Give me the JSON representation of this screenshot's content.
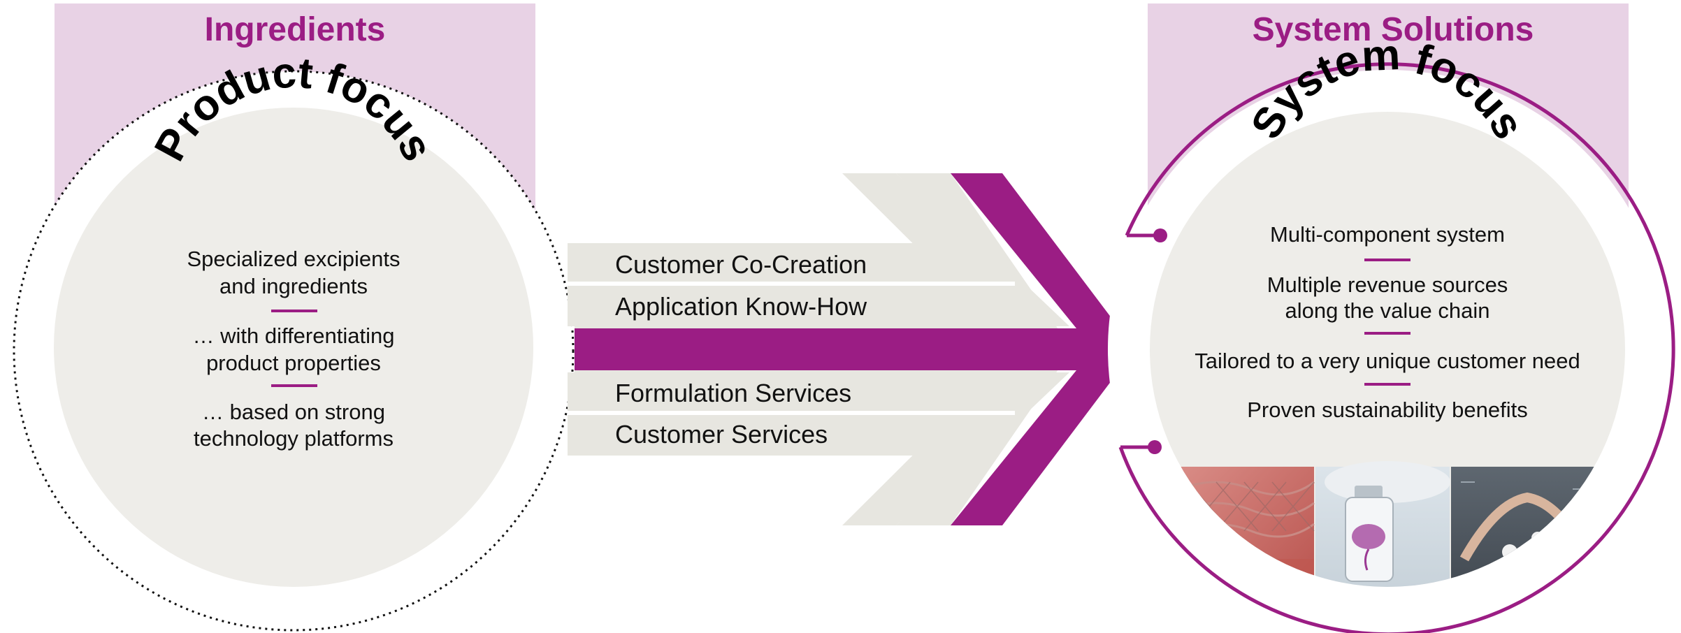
{
  "colors": {
    "accent": "#9B1D84",
    "header_bg": "#E8D2E5",
    "circle_fill": "#EEEDE9",
    "chevron_fill": "#E7E6E0",
    "text": "#111111"
  },
  "left": {
    "header": "Ingredients",
    "focus_title": "Product focus",
    "items": [
      [
        "Specialized excipients",
        "and ingredients"
      ],
      [
        "… with differentiating",
        "product properties"
      ],
      [
        "… based on strong",
        "technology platforms"
      ]
    ]
  },
  "middle": {
    "items": [
      "Customer Co-Creation",
      "Application Know-How",
      "Formulation Services",
      "Customer Services"
    ]
  },
  "right": {
    "header": "System Solutions",
    "focus_title": "System focus",
    "items": [
      [
        "Multi-component system"
      ],
      [
        "Multiple revenue sources",
        "along the value chain"
      ],
      [
        "Tailored to a very unique customer need"
      ],
      [
        "Proven sustainability benefits"
      ]
    ],
    "photos": [
      "mesh-tissue-photo",
      "vial-brain-photo",
      "hands-birds-photo"
    ]
  }
}
